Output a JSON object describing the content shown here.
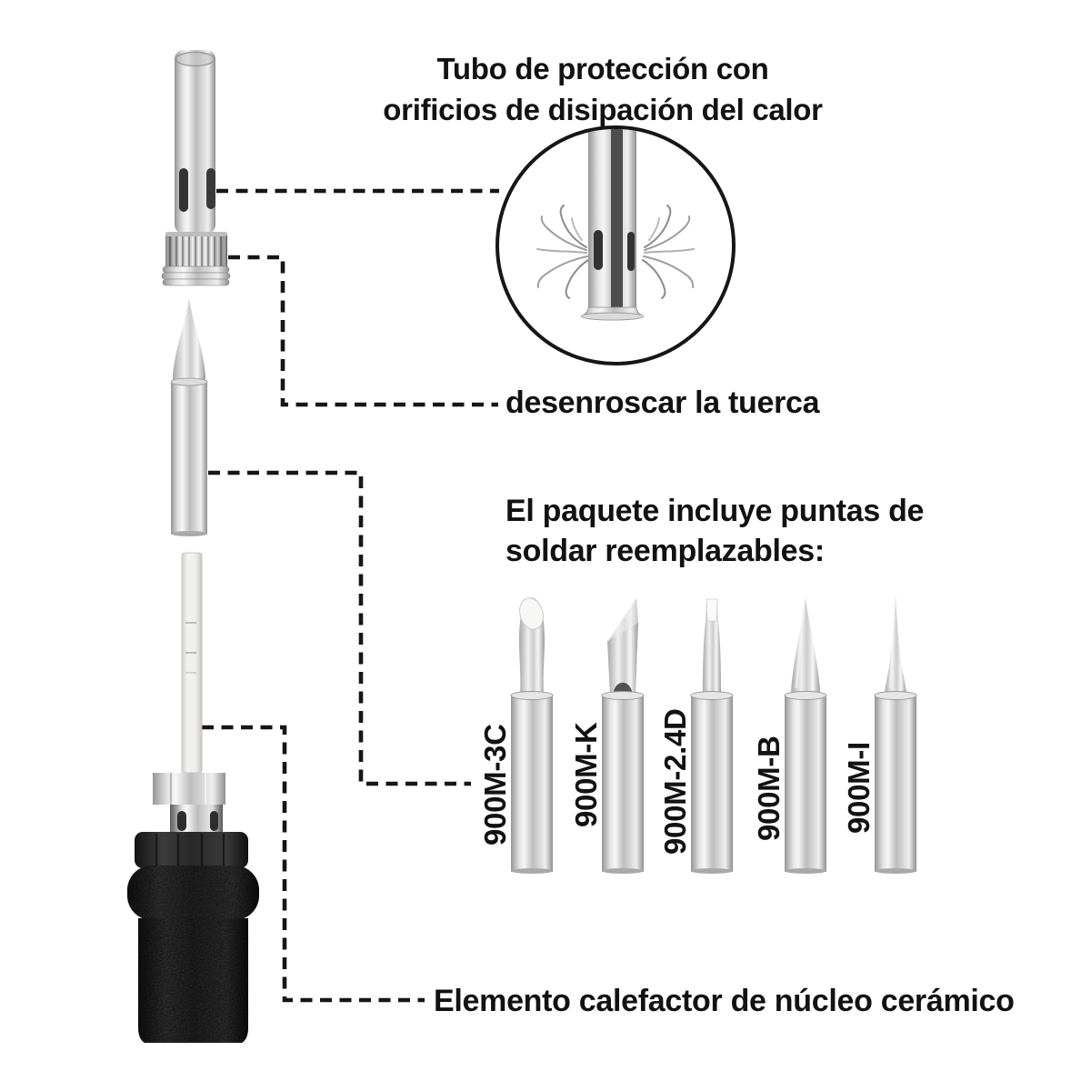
{
  "page": {
    "background": "#ffffff",
    "text_color": "#121212",
    "line_color": "#161616",
    "metal_light": "#f4f4f4",
    "metal_dark": "#8f8f8f",
    "handle_color": "#242424"
  },
  "annotations": {
    "tube": {
      "line1": "Tubo de protección con",
      "line2": "orificios de disipación del calor"
    },
    "nut": "desenroscar la tuerca",
    "tips_heading": {
      "line1": "El paquete incluye puntas de",
      "line2": "soldar reemplazables:"
    },
    "heater": "Elemento calefactor de núcleo cerámico"
  },
  "tips": [
    {
      "model": "900M-3C"
    },
    {
      "model": "900M-K"
    },
    {
      "model": "900M-2.4D"
    },
    {
      "model": "900M-B"
    },
    {
      "model": "900M-I"
    }
  ]
}
